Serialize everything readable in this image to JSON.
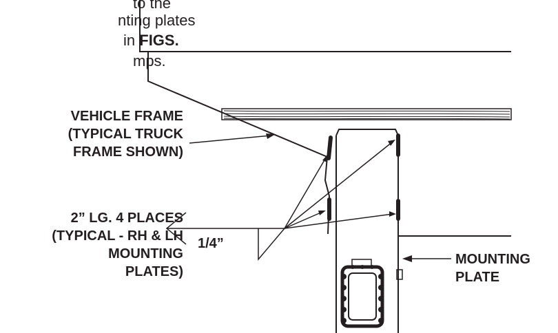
{
  "intro_text": {
    "line1": "to the",
    "line2": "nting plates",
    "line3_prefix": "in ",
    "line3_bold": "FIGS.",
    "line4": "mps."
  },
  "labels": {
    "vehicle_frame": [
      "VEHICLE FRAME",
      "(TYPICAL TRUCK",
      "FRAME SHOWN)"
    ],
    "weld_spec": [
      "2” LG. 4 PLACES",
      "(TYPICAL - RH & LH",
      "MOUNTING",
      "PLATES)"
    ],
    "weld_size": "1/4”",
    "mounting_plate": [
      "MOUNTING",
      "PLATE"
    ]
  },
  "colors": {
    "ink": "#231f20",
    "background": "#ffffff"
  }
}
